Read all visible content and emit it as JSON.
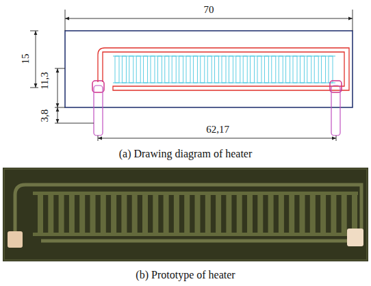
{
  "diagram": {
    "labels": [
      "70",
      "15",
      "11,3",
      "3,8",
      "62,17",
      "(a) Drawing diagram of heater",
      "(b) Prototype of heater"
    ]
  }
}
